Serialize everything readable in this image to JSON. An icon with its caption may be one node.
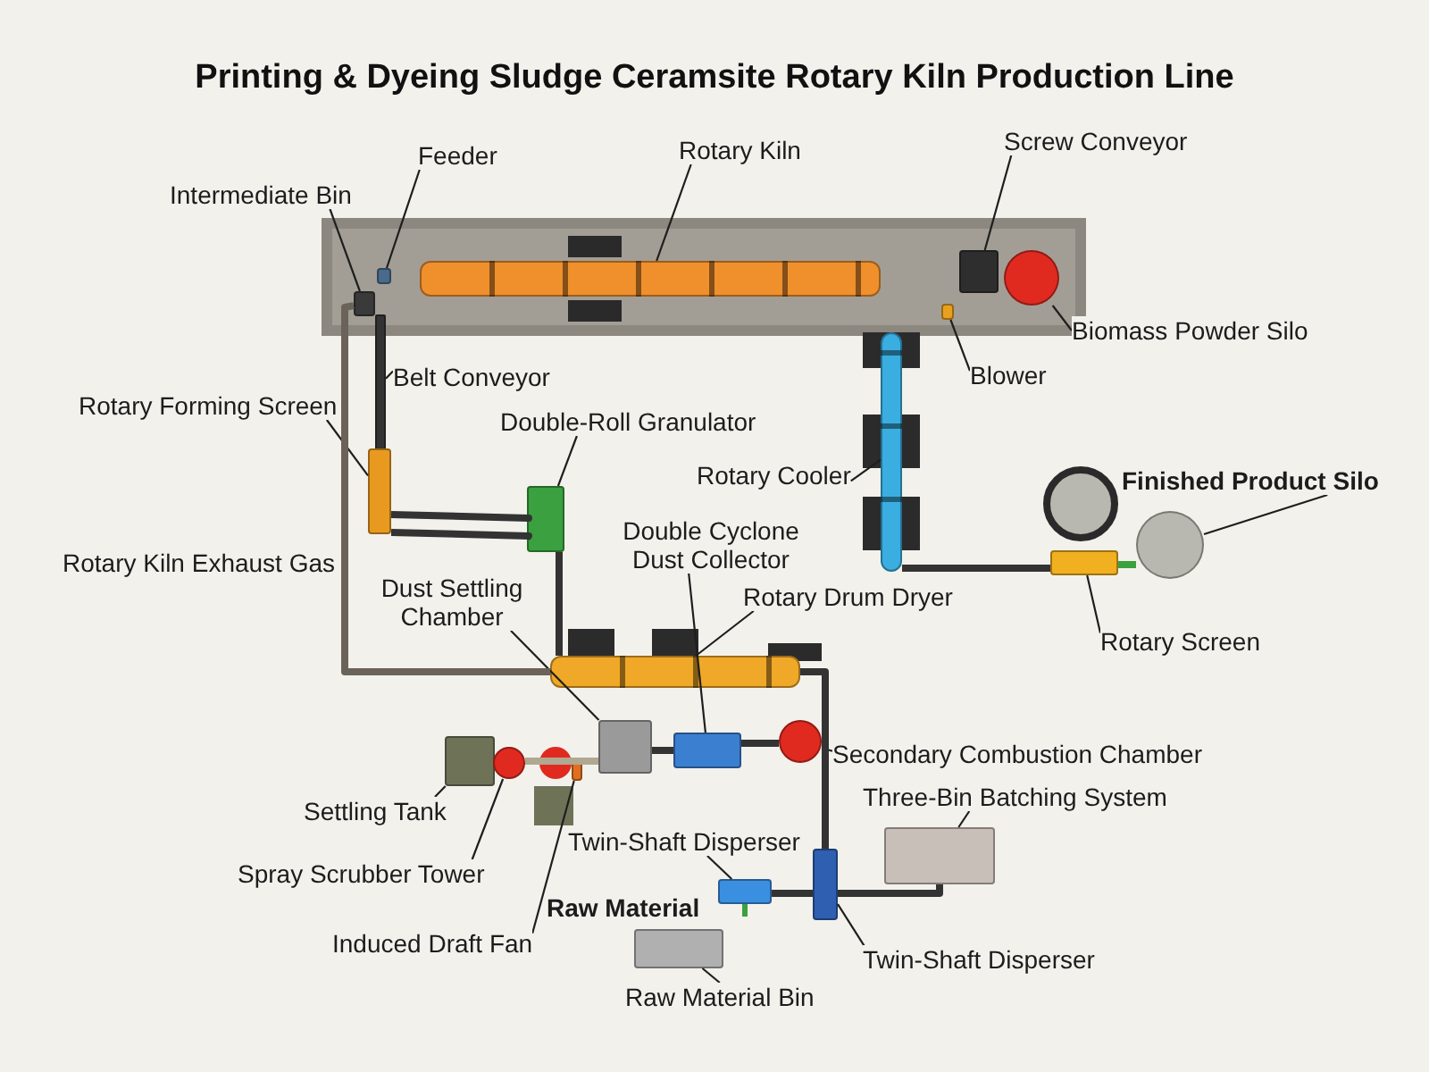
{
  "diagram": {
    "title": "Printing & Dyeing Sludge Ceramsite Rotary Kiln Production Line",
    "nodes": [
      {
        "text": [
          "Intermediate Bin"
        ]
      },
      {
        "text": [],
        "shape": "box"
      },
      {
        "text": [
          "Feeder"
        ]
      },
      {
        "text": [],
        "shape": "box"
      },
      {
        "text": [
          "Rotary Kiln"
        ]
      },
      {
        "text": [],
        "shape": "cylinder"
      },
      {
        "text": [
          "Screw Conveyor"
        ]
      },
      {
        "text": [],
        "shape": "box"
      },
      {
        "text": [
          "Biomass Powder Silo"
        ]
      },
      {
        "text": [],
        "shape": "circle"
      },
      {
        "text": [
          "Blower"
        ]
      },
      {
        "text": [],
        "shape": "box"
      },
      {
        "text": [
          "Belt Conveyor"
        ]
      },
      {
        "text": [],
        "shape": "bar"
      },
      {
        "text": [
          "Rotary Forming Screen"
        ]
      },
      {
        "text": [],
        "shape": "box"
      },
      {
        "text": [
          "Double-Roll Granulator"
        ]
      },
      {
        "text": [],
        "shape": "box"
      },
      {
        "text": [
          "Rotary Cooler"
        ]
      },
      {
        "text": [],
        "shape": "cylinder"
      },
      {
        "text": [
          "Finished Product Silo"
        ]
      },
      {
        "text": [],
        "shape": "circle"
      },
      {
        "text": [
          "Double Cyclone Dust Collector"
        ]
      },
      {
        "text": [],
        "shape": "box"
      },
      {
        "text": [
          "Dust Settling Chamber"
        ]
      },
      {
        "text": [],
        "shape": "box"
      },
      {
        "text": [
          "Rotary Drum Dryer"
        ]
      },
      {
        "text": [],
        "shape": "cylinder"
      },
      {
        "text": [
          "Rotary Screen"
        ]
      },
      {
        "text": [],
        "shape": "box"
      },
      {
        "text": [
          "Secondary Combustion Chamber"
        ]
      },
      {
        "text": [],
        "shape": "circle"
      },
      {
        "text": [
          "Three-Bin Batching System"
        ]
      },
      {
        "text": [],
        "shape": "box"
      },
      {
        "text": [
          "Settling Tank"
        ]
      },
      {
        "text": [],
        "shape": "box"
      },
      {
        "text": [
          "Spray Scrubber Tower"
        ]
      },
      {
        "text": [],
        "shape": "circle"
      },
      {
        "text": [
          "Twin-Shaft Disperser"
        ]
      },
      {
        "text": [],
        "shape": "box"
      },
      {
        "text": [
          "Induced Draft Fan"
        ]
      },
      {
        "text": [],
        "shape": "box"
      },
      {
        "text": [
          "Twin-Shaft Disperser"
        ]
      },
      {
        "text": [],
        "shape": "box"
      },
      {
        "text": [
          "Raw Material Bin"
        ]
      },
      {
        "text": [],
        "shape": "box"
      }
    ],
    "edges": [
      {
        "from": 0,
        "to": 1,
        "arrow": "none"
      },
      {
        "from": 2,
        "to": 3,
        "arrow": "none"
      },
      {
        "from": 4,
        "to": 5,
        "arrow": "none"
      },
      {
        "from": 6,
        "to": 7,
        "arrow": "none"
      },
      {
        "from": 8,
        "to": 9,
        "arrow": "none"
      },
      {
        "from": 10,
        "to": 11,
        "arrow": "none"
      },
      {
        "from": 12,
        "to": 13,
        "arrow": "none"
      },
      {
        "from": 14,
        "to": 15,
        "arrow": "none"
      },
      {
        "from": 16,
        "to": 17,
        "arrow": "none"
      },
      {
        "from": 18,
        "to": 19,
        "arrow": "none"
      },
      {
        "from": 20,
        "to": 21,
        "arrow": "none"
      },
      {
        "from": 22,
        "to": 23,
        "arrow": "none"
      },
      {
        "from": 24,
        "to": 25,
        "arrow": "none"
      },
      {
        "from": 26,
        "to": 27,
        "arrow": "none"
      },
      {
        "from": 28,
        "to": 29,
        "arrow": "none"
      },
      {
        "from": 30,
        "to": 31,
        "arrow": "none"
      },
      {
        "from": 32,
        "to": 33,
        "arrow": "none"
      },
      {
        "from": 34,
        "to": 35,
        "arrow": "none"
      },
      {
        "from": 36,
        "to": 37,
        "arrow": "none"
      },
      {
        "from": 38,
        "to": 39,
        "arrow": "none"
      },
      {
        "from": 40,
        "to": 41,
        "arrow": "none"
      },
      {
        "from": 42,
        "to": 43,
        "arrow": "none"
      },
      {
        "from": 44,
        "to": 45,
        "arrow": "none"
      },
      {
        "from": 1,
        "to": 27,
        "arrow": "none",
        "style": "thick",
        "color": "#6b6259"
      },
      {
        "from": 15,
        "to": 17,
        "arrow": "none",
        "style": "thick"
      },
      {
        "from": 15,
        "to": 17,
        "arrow": "none",
        "style": "thick"
      },
      {
        "from": 17,
        "to": 27,
        "arrow": "none",
        "style": "thick"
      },
      {
        "from": 19,
        "to": 29,
        "arrow": "none",
        "style": "thick"
      },
      {
        "from": 25,
        "to": 23,
        "arrow": "none",
        "style": "thick"
      },
      {
        "from": 23,
        "to": 31,
        "arrow": "none",
        "style": "thick"
      },
      {
        "from": 27,
        "to": 43,
        "arrow": "none",
        "style": "thick"
      },
      {
        "from": 39,
        "to": 43,
        "arrow": "none",
        "style": "thick"
      },
      {
        "from": 43,
        "to": 33,
        "arrow": "none",
        "style": "thick"
      },
      {
        "from": 37,
        "to": 25,
        "arrow": "none",
        "style": "thick",
        "color": "#b0a890"
      },
      {
        "from": 29,
        "to": 21,
        "arrow": "none",
        "style": "thick",
        "color": "#3aa040"
      }
    ],
    "labels": [
      "Rotary Kiln Exhaust Gas",
      "Raw Material"
    ]
  }
}
